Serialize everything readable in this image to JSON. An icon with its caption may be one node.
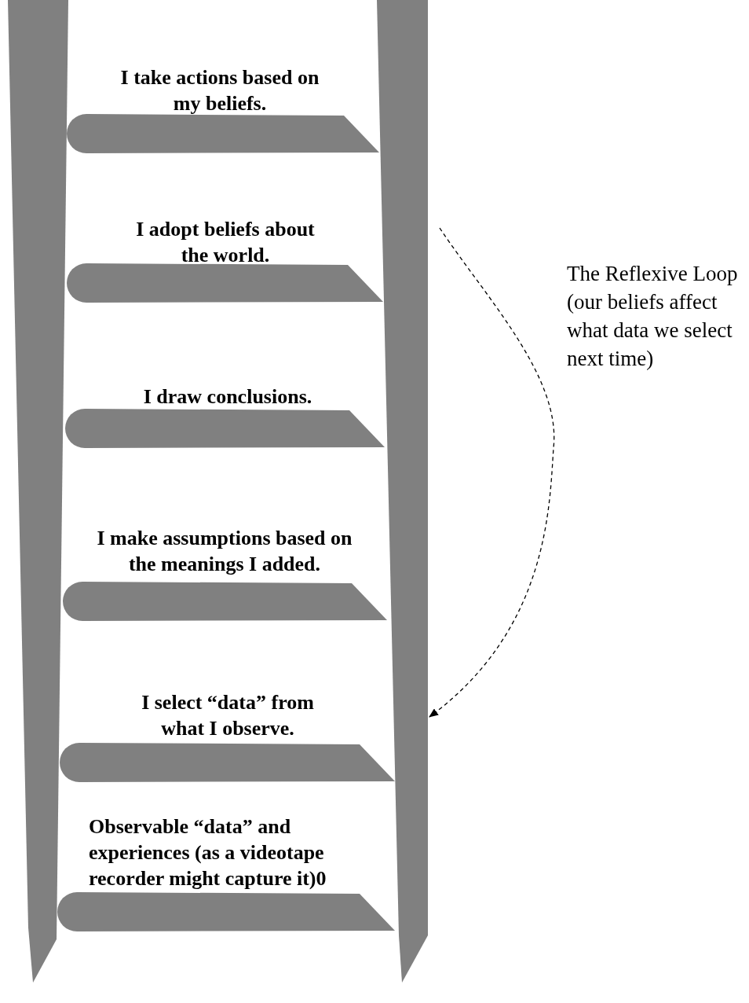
{
  "diagram": {
    "nodes": [
      {
        "text": [
          "I take actions based on my beliefs."
        ]
      },
      {
        "text": [
          "I adopt beliefs about the world."
        ]
      },
      {
        "text": [
          "I draw conclusions."
        ]
      },
      {
        "text": [
          "I make assumptions based on the meanings I added."
        ]
      },
      {
        "text": [
          "I select “data” from what I observe."
        ]
      },
      {
        "text": [
          "Observable “data” and experiences (as a videotape recorder might capture it)0"
        ]
      },
      {
        "text": [],
        "shape": "bar"
      },
      {
        "text": [],
        "shape": "bar"
      }
    ],
    "edges": [
      {
        "from": null,
        "to": 7,
        "arrow": "to",
        "style": "dashed",
        "label": "The Reflexive Loop (our beliefs affect what data we select next time)"
      }
    ]
  }
}
